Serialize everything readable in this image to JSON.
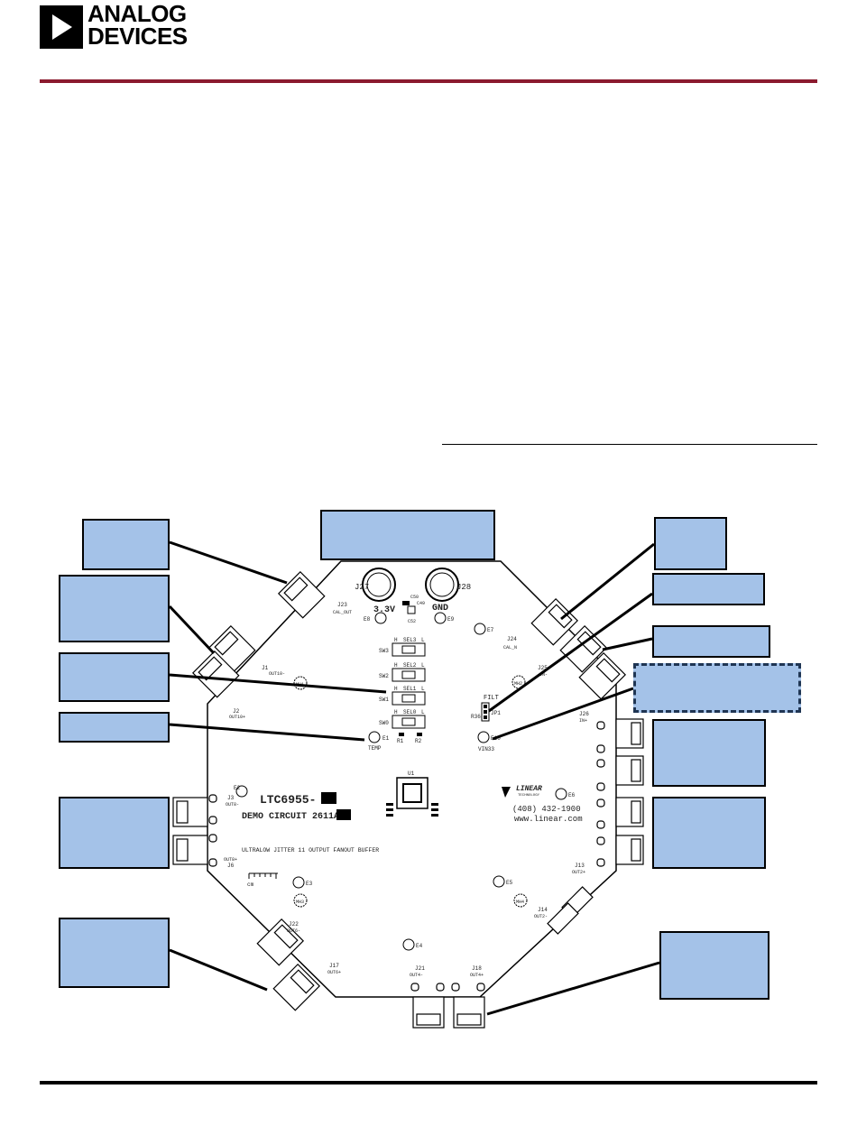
{
  "header": {
    "logo_line1": "ANALOG",
    "logo_line2": "DEVICES"
  },
  "board": {
    "part_number": "LTC6955-",
    "demo_circuit": "DEMO CIRCUIT 2611A-",
    "description": "ULTRALOW JITTER 11 OUTPUT FANOUT BUFFER",
    "phone": "(408) 432-1900",
    "website": "www.linear.com",
    "brand_line1": "LINEAR",
    "brand_line2": "TECHNOLOGY",
    "supply_label": "3.3V",
    "gnd_label": "GND",
    "connectors": [
      "J27",
      "J28",
      "J23",
      "J1",
      "J2",
      "J3",
      "J6",
      "J22",
      "J21",
      "J18",
      "J17",
      "J14",
      "J13",
      "J26",
      "J25",
      "J24"
    ],
    "connector_labels": {
      "j23": "CAL_OUT",
      "j24": "CAL_N",
      "j25": "IN-",
      "j26": "IN+",
      "j1": "OUT10-",
      "j2": "OUT10+",
      "j3": "OUT8-",
      "j6": "OUT8+",
      "j22": "OUT6-",
      "j21": "OUT6+",
      "j18": "OUT4-",
      "j17": "OUT4+",
      "j14": "OUT2-",
      "j13": "OUT2+"
    },
    "switches": [
      {
        "id": "SW3",
        "h": "H",
        "sel": "SEL3",
        "l": "L"
      },
      {
        "id": "SW2",
        "h": "H",
        "sel": "SEL2",
        "l": "L"
      },
      {
        "id": "SW1",
        "h": "H",
        "sel": "SEL1",
        "l": "L"
      },
      {
        "id": "SW0",
        "h": "H",
        "sel": "SEL0",
        "l": "L"
      }
    ],
    "test_points": {
      "e1": "E1",
      "temp": "TEMP",
      "e10": "E10",
      "vin33": "VIN33",
      "e2": "E2",
      "e3": "E3",
      "e4": "E4",
      "e5": "E5",
      "e6": "E6",
      "e7": "E7",
      "e8": "E8",
      "e9": "E9"
    },
    "misc": {
      "filt": "FILT",
      "jp1": "JP1",
      "u1": "U1",
      "r1": "R1",
      "r2": "R2",
      "c50": "C50",
      "c49": "C49",
      "c52": "C52",
      "r36": "R36",
      "mh1": "MH1",
      "mh2": "MH2",
      "mh3": "MH3",
      "mh4": "MH4",
      "cm": "cm"
    }
  }
}
